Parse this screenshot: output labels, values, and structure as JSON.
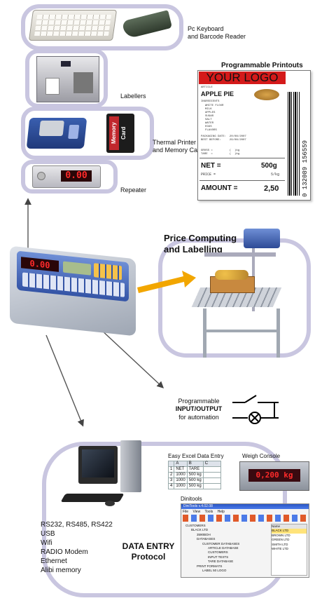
{
  "labels": {
    "keyboard_reader": "Pc Keyboard\nand Barcode Reader",
    "labellers": "Labellers",
    "printer_memory": "Thermal Printer\nand Memory Card",
    "repeater": "Repeater",
    "programmable_printouts": "Programmable Printouts",
    "price_computing": "Price Computing\nand Labelling",
    "programmable": "Programmable",
    "input_output": "INPUT/OUTPUT",
    "for_automation": "for automation",
    "memory_card": "Memory Card",
    "easy_excel": "Easy Excel Data Entry",
    "weigh_console": "Weigh Console",
    "dinitools": "Dinitools",
    "data_entry": "DATA ENTRY\nProtocol"
  },
  "protocols": [
    "RS232, RS485, RS422",
    "USB",
    "Wifi",
    "RADIO Modem",
    "Ethernet",
    "Alibi memory"
  ],
  "printout": {
    "logo": "YOUR LOGO",
    "article_label": "ARTICLE",
    "article": "APPLE PIE",
    "ingredients_label": "INGREDIENTS",
    "ingredients": "WHITE FLOUR\nMILK\nAPPLES\nSUGAR\nSALT\nWATER\nEGGS\nFLAVORS",
    "dates": "PACKAGING DATE:  20/08/2007\nBEST BEFORE:     29/08/2007",
    "weights": "GROSS =          (  )kg\nTARE  =          (  )kg",
    "net_label": "NET =",
    "net_value": "500g",
    "price_label": "PRICE =",
    "price_value": "5/kg",
    "amount_label": "AMOUNT =",
    "amount_value": "2,50",
    "barcode_number": "0 132089 156559"
  },
  "repeater_display": "0.00",
  "indicator_display": "0.00",
  "weigh_console_display": "0,200 kg",
  "excel": {
    "headers": [
      "",
      "A",
      "B",
      "C"
    ],
    "rows": [
      [
        "1",
        "NET",
        "TARE",
        ""
      ],
      [
        "2",
        "1000",
        "500 kg",
        ""
      ],
      [
        "3",
        "1000",
        "500 kg",
        ""
      ],
      [
        "4",
        "1000",
        "500 kg",
        ""
      ]
    ]
  },
  "dinitools": {
    "title": "DiniTools v.4.02.08",
    "menu": [
      "File",
      "View",
      "Tools",
      "Help"
    ],
    "tree": [
      "CUSTOMERS",
      "BLACK LTD",
      "3590BOH",
      "DATABASES",
      "CUSTOMER DATABASES",
      "ARTICLE DATABASE",
      "CUSTOMERS",
      "INPUT TEXTS",
      "TARE DATABASE",
      "PRINT FORMATS",
      "LABEL 50 LOGO"
    ],
    "list_header": "Name",
    "list": [
      "BLACK LTD",
      "BROWN LTD",
      "GREEN LTD",
      "SMITH LTD",
      "WHITE LTD"
    ]
  },
  "colors": {
    "ring": "#c9c6e0",
    "arrow": "#f2a600",
    "logo_red": "#d41a1a",
    "display_red": "#ff2a2a"
  }
}
